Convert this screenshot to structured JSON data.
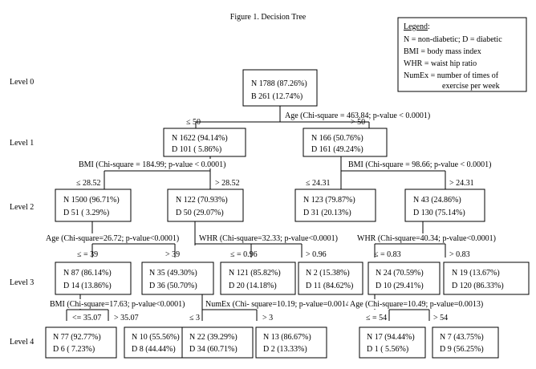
{
  "title": "Figure 1.  Decision Tree",
  "legend": {
    "heading": "Legend",
    "colon": ":",
    "lines": [
      "N = non-diabetic; D = diabetic",
      "BMI = body mass index",
      "WHR = waist hip ratio",
      "NumEx = number of times of",
      "exercise per week"
    ]
  },
  "levels": [
    "Level 0",
    "Level 1",
    "Level 2",
    "Level 3",
    "Level 4"
  ],
  "nodes": [
    {
      "id": "root",
      "l1": "N  1788 (87.26%)",
      "l2": "B   261 (12.74%)"
    },
    {
      "id": "age_le50",
      "l1": "N  1622 (94.14%)",
      "l2": "D   101 (  5.86%)"
    },
    {
      "id": "age_gt50",
      "l1": "N   166 (50.76%)",
      "l2": "D   161 (49.24%)"
    },
    {
      "id": "bmi_le2852",
      "l1": "N   1500 (96.71%)",
      "l2": "D     51 (  3.29%)"
    },
    {
      "id": "bmi_gt2852",
      "l1": "N   122 (70.93%)",
      "l2": "D     50 (29.07%)"
    },
    {
      "id": "bmi_le2431",
      "l1": "N   123 (79.87%)",
      "l2": "D     31 (20.13%)"
    },
    {
      "id": "bmi_gt2431",
      "l1": "N     43 (24.86%)",
      "l2": "D   130 (75.14%)"
    },
    {
      "id": "age_le39",
      "l1": "N     87 (86.14%)",
      "l2": "D     14 (13.86%)"
    },
    {
      "id": "age_gt39",
      "l1": "N   35 (49.30%)",
      "l2": "D   36 (50.70%)"
    },
    {
      "id": "whr_le096",
      "l1": "N   121 (85.82%)",
      "l2": "D     20 (14.18%)"
    },
    {
      "id": "whr_gt096",
      "l1": "N     2 (15.38%)",
      "l2": "D   11 (84.62%)"
    },
    {
      "id": "whr_le083",
      "l1": "N   24 (70.59%)",
      "l2": "D   10 (29.41%)"
    },
    {
      "id": "whr_gt083",
      "l1": "N     19 (13.67%)",
      "l2": "D   120 (86.33%)"
    },
    {
      "id": "bmi_le3507",
      "l1": "N   77 (92.77%)",
      "l2": "D     6 (  7.23%)"
    },
    {
      "id": "bmi_gt3507",
      "l1": "N   10 (55.56%)",
      "l2": "D     8 (44.44%)"
    },
    {
      "id": "numex_le3",
      "l1": "N   22 (39.29%)",
      "l2": "D   34 (60.71%)"
    },
    {
      "id": "numex_gt3",
      "l1": "N   13 (86.67%)",
      "l2": "D     2 (13.33%)"
    },
    {
      "id": "age_le54",
      "l1": "N   17 (94.44%)",
      "l2": "D     1 (  5.56%)"
    },
    {
      "id": "age_gt54",
      "l1": "N     7 (43.75%)",
      "l2": "D     9 (56.25%)"
    }
  ],
  "splits": [
    {
      "id": "split_root",
      "text": "Age (Chi-square = 463.84; p-value < 0.0001)"
    },
    {
      "id": "split_l1_left",
      "text": "BMI (Chi-square = 184.99; p-value < 0.0001)"
    },
    {
      "id": "split_l1_right",
      "text": "BMI (Chi-square = 98.66; p-value < 0.0001)"
    },
    {
      "id": "split_l2_a",
      "text": "Age (Chi-square=26.72; p-value<0.0001)"
    },
    {
      "id": "split_l2_b",
      "text": "WHR (Chi-square=32.33; p-value<0.0001)"
    },
    {
      "id": "split_l2_d",
      "text": "WHR (Chi-square=40.34;  p-value<0.0001)"
    },
    {
      "id": "split_l3_a",
      "text": "BMI (Chi-square=17.63; p-value<0.0001)"
    },
    {
      "id": "split_l3_c",
      "text": "NumEx (Chi- square=10.19; p-value=0.0014)"
    },
    {
      "id": "split_l3_e",
      "text": "Age (Chi-square=10.49; p-value=0.0013)"
    }
  ],
  "branches": [
    {
      "id": "br_le50",
      "text": "≤ 50"
    },
    {
      "id": "br_gt50",
      "text": "> 50"
    },
    {
      "id": "br_le2852",
      "text": "≤ 28.52"
    },
    {
      "id": "br_gt2852",
      "text": "> 28.52"
    },
    {
      "id": "br_le2431",
      "text": "≤ 24.31"
    },
    {
      "id": "br_gt2431",
      "text": "> 24.31"
    },
    {
      "id": "br_le39",
      "text": "≤ = 39"
    },
    {
      "id": "br_gt39",
      "text": "> 39"
    },
    {
      "id": "br_le096",
      "text": "≤ = 0.96"
    },
    {
      "id": "br_gt096",
      "text": "> 0.96"
    },
    {
      "id": "br_le083",
      "text": "≤ = 0.83"
    },
    {
      "id": "br_gt083",
      "text": "> 0.83"
    },
    {
      "id": "br_le3507",
      "text": "<= 35.07"
    },
    {
      "id": "br_gt3507",
      "text": "> 35.07"
    },
    {
      "id": "br_le3",
      "text": "≤ 3"
    },
    {
      "id": "br_gt3",
      "text": "> 3"
    },
    {
      "id": "br_le54",
      "text": "≤ = 54"
    },
    {
      "id": "br_gt54",
      "text": "> 54"
    }
  ]
}
